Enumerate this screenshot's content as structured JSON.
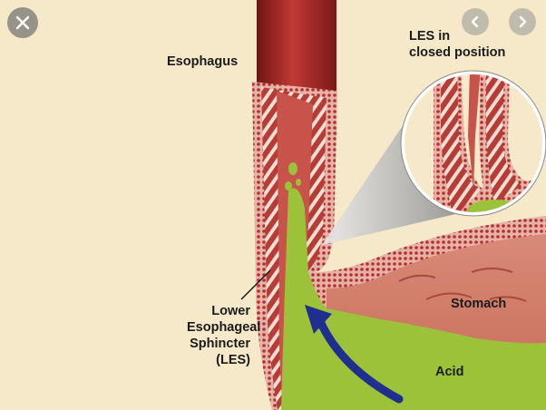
{
  "viewer": {
    "labels": {
      "esophagus": "Esophagus",
      "les_line1": "Lower",
      "les_line2": "Esophageal",
      "les_line3": "Sphincter",
      "les_line4": "(LES)",
      "closed_line1": "LES in",
      "closed_line2": "closed position",
      "stomach": "Stomach",
      "acid": "Acid"
    },
    "icons": {
      "close": "close-icon",
      "prev": "chevron-left-icon",
      "next": "chevron-right-icon"
    },
    "colors": {
      "background": "#f6e9c9",
      "esophagus_red": "#a82a2a",
      "acid_green": "#9cc23a",
      "arrow_blue": "#1e2f8f"
    }
  }
}
